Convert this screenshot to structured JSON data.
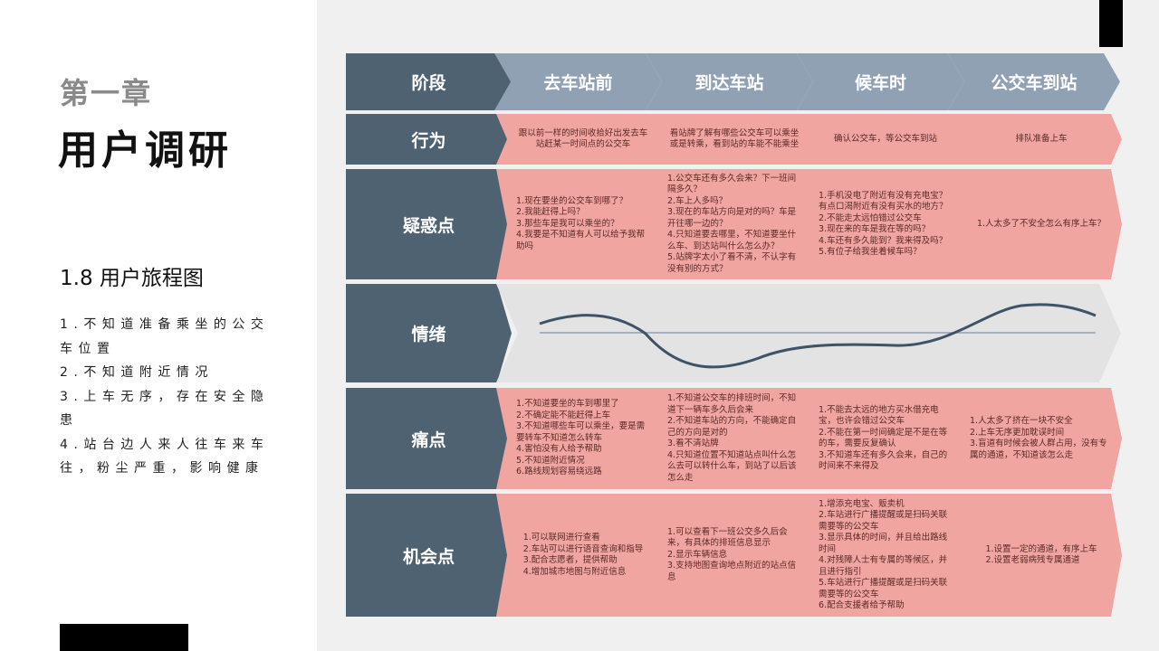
{
  "chapter": "第一章",
  "title": "用户调研",
  "subtitle": "1.8 用户旅程图",
  "findings": [
    "1.不知道准备乘坐的公交车位置",
    "2.不知道附近情况",
    "3.上车无序，存在安全隐患",
    "4.站台边人来人往车来车往，粉尘严重，影响健康"
  ],
  "journey": {
    "stage_label": "阶段",
    "stages": [
      "去车站前",
      "到达车站",
      "候车时",
      "公交车到站"
    ],
    "rows": [
      {
        "label": "行为",
        "cells": [
          [
            "跟以前一样的时间收拾好出发去车站赶某一时间点的公交车"
          ],
          [
            "看站牌了解有哪些公交车可以乘坐或是转乘，看到站的车能不能乘坐"
          ],
          [
            "确认公交车，等公交车到站"
          ],
          [
            "排队准备上车"
          ]
        ]
      },
      {
        "label": "疑惑点",
        "cells": [
          [
            "1.现在要坐的公交车到哪了？",
            "2.我能赶得上吗？",
            "3.那些车是我可以乘坐的？",
            "4.我要是不知道有人可以给予我帮助吗"
          ],
          [
            "1.公交车还有多久会来？下一班间隔多久？",
            "2.车上人多吗？",
            "3.现在的车站方向是对的吗？车是开往哪一边的？",
            "4.只知道要去哪里，不知道要坐什么车、到达站叫什么怎么办？",
            "5.站牌字太小了看不清，不认字有没有别的方式？"
          ],
          [
            "1.手机没电了附近有没有充电宝？有点口渴附近有没有买水的地方？",
            "2.不能走太远怕错过公交车",
            "3.现在来的车是我在等的吗？",
            "4.车还有多久能到？我来得及吗？",
            "5.有位子给我坐着候车吗？"
          ],
          [
            "1.人太多了不安全怎么有序上车？"
          ]
        ]
      },
      {
        "label": "情绪"
      },
      {
        "label": "痛点",
        "cells": [
          [
            "1.不知道要坐的车到哪里了",
            "2.不确定能不能赶得上车",
            "3.不知道哪些车可以乘坐，要是需要转车不知道怎么转车",
            "4.害怕没有人给予帮助",
            "5.不知道附近情况",
            "6.路线规划容易绕远路"
          ],
          [
            "1.不知道公交车的排班时间，不知道下一辆车多久后会来",
            "2.不知道车站的方向，不能确定自己的方向是对的",
            "3.看不清站牌",
            "4.只知道位置不知道站点叫什么怎么去可以转什么车，到站了以后该怎么走"
          ],
          [
            "1.不能去太远的地方买水借充电宝，也许会错过公交车",
            "2.不能在第一时间确定是不是在等的车，需要反复确认",
            "3.不知道车还有多久会来，自己的时间来不来得及"
          ],
          [
            "1.人太多了挤在一块不安全",
            "2.上车无序更加耽误时间",
            "3.盲道有时候会被人群占用，没有专属的通道，不知道该怎么走"
          ]
        ]
      },
      {
        "label": "机会点",
        "cells": [
          [
            "1.可以联网进行查看",
            "2.车站可以进行语音查询和指导",
            "3.配合志愿者，提供帮助",
            "4.增加城市地图与附近信息"
          ],
          [
            "1.可以查看下一班公交多久后会来，有具体的排班信息显示",
            "2.显示车辆信息",
            "3.支持地图查询地点附近的站点信息"
          ],
          [
            "1.增添充电宝、贩卖机",
            "2.车站进行广播提醒或是扫码关联需要等的公交车",
            "3.显示具体的时间，并且给出路线时间",
            "4.对残障人士有专属的等候区，并且进行指引",
            "5.车站进行广播提醒或是扫码关联需要等的公交车",
            "6.配合支援者给予帮助"
          ],
          [
            "1.设置一定的通道，有序上车",
            "2.设置老弱病残专属通道"
          ]
        ]
      }
    ]
  },
  "colors": {
    "label": "#4f6272",
    "header": "#8fa1b3",
    "cell": "#f0a5a0",
    "emotion_band": "#e3e3e3",
    "curve": "#3e5366"
  }
}
